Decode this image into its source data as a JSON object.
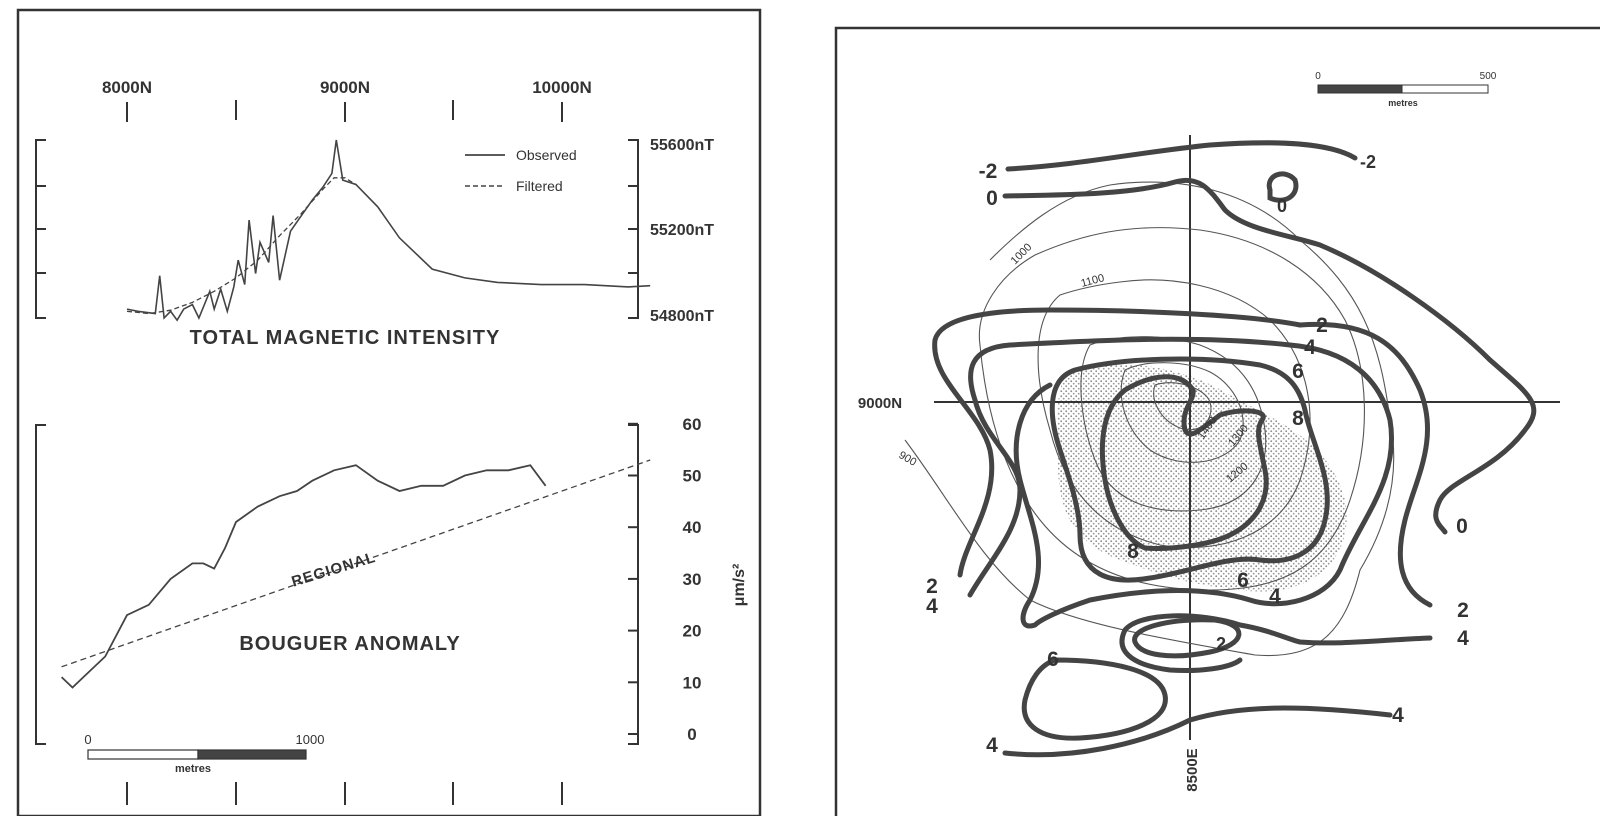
{
  "colors": {
    "ink": "#333333",
    "ink_light": "#555555",
    "background": "#ffffff",
    "stipple": "#8a8a8a"
  },
  "left_panel": {
    "top_axis_ticks": [
      "8000N",
      "9000N",
      "10000N"
    ],
    "tmi": {
      "right_ticks": [
        "55600nT",
        "55200nT",
        "54800nT"
      ],
      "legend": {
        "observed": "Observed",
        "filtered": "Filtered"
      },
      "title": "TOTAL MAGNETIC INTENSITY"
    },
    "bouguer": {
      "right_ticks": [
        "60",
        "50",
        "40",
        "30",
        "20",
        "10",
        "0"
      ],
      "unit_label": "μm/s²",
      "regional_label": "REGIONAL",
      "title": "BOUGUER ANOMALY"
    },
    "scale_bar": {
      "start": "0",
      "end": "1000",
      "unit": "metres"
    }
  },
  "right_panel": {
    "scale_bar": {
      "start": "0",
      "end": "500",
      "unit": "metres"
    },
    "axis_labels": {
      "northing": "9000N",
      "easting": "8500E"
    },
    "gravity_contour_labels": [
      "-2",
      "-2",
      "0",
      "0",
      "2",
      "4",
      "6",
      "8",
      "8",
      "6",
      "4",
      "2",
      "0",
      "2",
      "4",
      "2",
      "4",
      "6",
      "4",
      "4"
    ],
    "magnetic_contour_labels": [
      "900",
      "1000",
      "1100",
      "1200",
      "1300",
      "1400"
    ]
  },
  "chart_data": [
    {
      "type": "line",
      "title": "TOTAL MAGNETIC INTENSITY",
      "xlabel": "",
      "ylabel": "",
      "x_tick_labels": [
        "8000N",
        "9000N",
        "10000N"
      ],
      "xlim": [
        7700,
        10700
      ],
      "ylim": [
        54800,
        55600
      ],
      "y_tick_labels": [
        "55600nT",
        "55200nT",
        "54800nT"
      ],
      "legend_position": "top-right",
      "series": [
        {
          "name": "Observed",
          "x": [
            8000,
            8050,
            8130,
            8150,
            8170,
            8200,
            8230,
            8260,
            8300,
            8330,
            8380,
            8400,
            8430,
            8460,
            8490,
            8510,
            8540,
            8560,
            8590,
            8610,
            8650,
            8670,
            8700,
            8750,
            8800,
            8850,
            8900,
            8940,
            8960,
            8990,
            9050,
            9150,
            9250,
            9400,
            9550,
            9700,
            9900,
            10100,
            10300,
            10400
          ],
          "y": [
            54840,
            54830,
            54820,
            54990,
            54800,
            54830,
            54790,
            54840,
            54860,
            54800,
            54920,
            54840,
            54930,
            54830,
            54940,
            55060,
            54950,
            55240,
            55000,
            55140,
            55050,
            55260,
            54970,
            55190,
            55260,
            55330,
            55390,
            55450,
            55600,
            55420,
            55400,
            55300,
            55160,
            55020,
            54980,
            54960,
            54950,
            54950,
            54940,
            54945
          ]
        },
        {
          "name": "Filtered",
          "x": [
            8000,
            8100,
            8200,
            8300,
            8400,
            8500,
            8600,
            8700,
            8800,
            8900,
            8950,
            9000,
            9050
          ],
          "y": [
            54830,
            54820,
            54835,
            54870,
            54920,
            54980,
            55060,
            55170,
            55270,
            55380,
            55430,
            55430,
            55400
          ]
        }
      ]
    },
    {
      "type": "line",
      "title": "BOUGUER ANOMALY",
      "xlabel": "",
      "ylabel": "μm/s²",
      "xlim": [
        7700,
        10700
      ],
      "ylim": [
        0,
        60
      ],
      "y_ticks": [
        0,
        10,
        20,
        30,
        40,
        50,
        60
      ],
      "annotations": [
        "REGIONAL"
      ],
      "series": [
        {
          "name": "",
          "x": [
            7700,
            7750,
            7800,
            7900,
            8000,
            8100,
            8200,
            8300,
            8350,
            8400,
            8450,
            8500,
            8600,
            8700,
            8780,
            8850,
            8950,
            9050,
            9150,
            9250,
            9350,
            9450,
            9550,
            9650,
            9750,
            9850,
            9920
          ],
          "y": [
            11,
            9,
            11,
            15,
            23,
            25,
            30,
            33,
            33,
            32,
            36,
            41,
            44,
            46,
            47,
            49,
            51,
            52,
            49,
            47,
            48,
            48,
            50,
            51,
            51,
            52,
            48
          ]
        },
        {
          "name": "",
          "x": [
            7700,
            10400
          ],
          "y": [
            13,
            53
          ]
        }
      ],
      "scale_bar": {
        "labels": [
          "0",
          "1000"
        ],
        "unit": "metres"
      }
    }
  ]
}
